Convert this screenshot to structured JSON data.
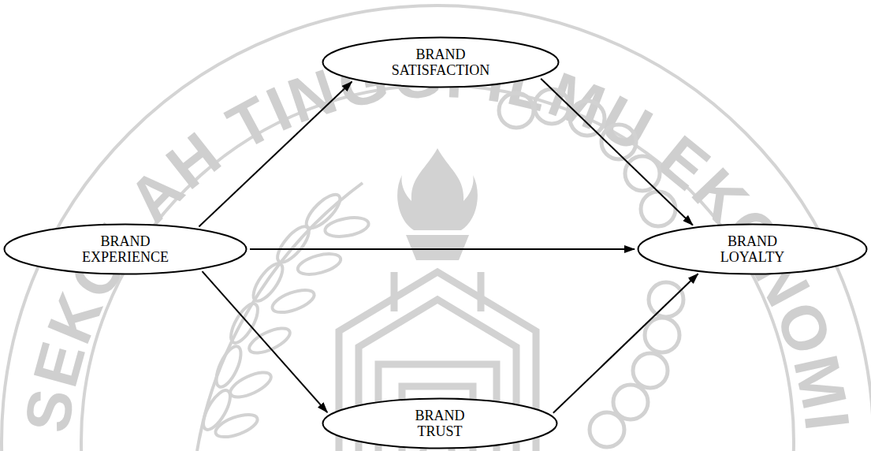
{
  "diagram": {
    "nodes": [
      {
        "text": [
          "BRAND SATISFACTION"
        ]
      },
      {
        "text": [
          "BRAND EXPERIENCE"
        ]
      },
      {
        "text": [
          "BRAND LOYALTY"
        ]
      },
      {
        "text": [
          "BRAND TRUST"
        ]
      }
    ],
    "edges": [
      {
        "from": 1,
        "to": 0,
        "arrow": "to"
      },
      {
        "from": 0,
        "to": 2,
        "arrow": "to"
      },
      {
        "from": 1,
        "to": 2,
        "arrow": "to"
      },
      {
        "from": 1,
        "to": 3,
        "arrow": "to"
      },
      {
        "from": 3,
        "to": 2,
        "arrow": "to"
      }
    ],
    "labels": [
      "SEKOLAH TINGGI ILMU EKONOMI"
    ]
  }
}
